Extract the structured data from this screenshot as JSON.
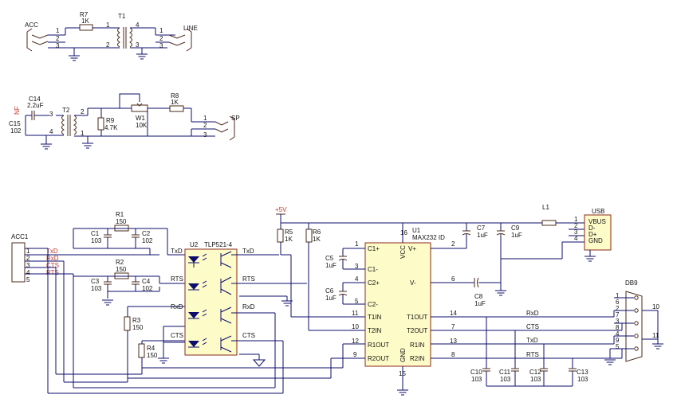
{
  "connectors": {
    "acc": "ACC",
    "line": "LINE",
    "sp": "SP",
    "acc1": "ACC1",
    "usb": "USB",
    "db9": "DB9",
    "pins_123": [
      "1",
      "2",
      "3"
    ],
    "pins_12345": [
      "1",
      "2",
      "3",
      "4",
      "5"
    ],
    "usb_pins": [
      "VBUS",
      "D-",
      "D+",
      "GND"
    ],
    "usb_pin_nums": [
      "1",
      "2",
      "3",
      "4"
    ],
    "acc1_nets": [
      "TxD",
      "RxD",
      "CTS",
      "RTS"
    ],
    "db9_pins": [
      "1",
      "6",
      "2",
      "7",
      "3",
      "8",
      "4",
      "9",
      "5"
    ],
    "db9_shell": [
      "10",
      "11"
    ]
  },
  "parts": {
    "R7": {
      "ref": "R7",
      "val": "1K"
    },
    "T1": {
      "ref": "T1"
    },
    "C14": {
      "ref": "C14",
      "val": "2.2uF"
    },
    "C15": {
      "ref": "C15",
      "val": "102"
    },
    "T2": {
      "ref": "T2"
    },
    "R9": {
      "ref": "R9",
      "val": "4.7K"
    },
    "W1": {
      "ref": "W1",
      "val": "10K"
    },
    "R8": {
      "ref": "R8",
      "val": "1K"
    },
    "NF": "NF",
    "R1": {
      "ref": "R1",
      "val": "150"
    },
    "C1": {
      "ref": "C1",
      "val": "103"
    },
    "C2": {
      "ref": "C2",
      "val": "102"
    },
    "R2": {
      "ref": "R2",
      "val": "150"
    },
    "C3": {
      "ref": "C3",
      "val": "103"
    },
    "C4": {
      "ref": "C4",
      "val": "102"
    },
    "R3": {
      "ref": "R3",
      "val": "150"
    },
    "R4": {
      "ref": "R4",
      "val": "150"
    },
    "U2": {
      "ref": "U2",
      "val": "TLP521-4"
    },
    "R5": {
      "ref": "R5",
      "val": "1K"
    },
    "R6": {
      "ref": "R6",
      "val": "1K"
    },
    "vcc": "+5V",
    "U1": {
      "ref": "U1",
      "val": "MAX232 ID"
    },
    "C5": {
      "ref": "C5",
      "val": "1uF"
    },
    "C6": {
      "ref": "C6",
      "val": "1uF"
    },
    "C7": {
      "ref": "C7",
      "val": "1uF"
    },
    "C8": {
      "ref": "C8",
      "val": "1uF"
    },
    "C9": {
      "ref": "C9",
      "val": "1uF"
    },
    "L1": {
      "ref": "L1"
    },
    "C10": {
      "ref": "C10",
      "val": "103"
    },
    "C11": {
      "ref": "C11",
      "val": "103"
    },
    "C12": {
      "ref": "C12",
      "val": "103"
    },
    "C13": {
      "ref": "C13",
      "val": "103"
    }
  },
  "transformer_pins": {
    "t1": [
      "1",
      "2",
      "4",
      "3"
    ],
    "t2": [
      "2",
      "1",
      "3",
      "4"
    ]
  },
  "u1_pins_left": [
    {
      "num": "1",
      "name": "C1+"
    },
    {
      "num": "3",
      "name": "C1-"
    },
    {
      "num": "4",
      "name": "C2+"
    },
    {
      "num": "5",
      "name": "C2-"
    },
    {
      "num": "11",
      "name": "T1IN"
    },
    {
      "num": "10",
      "name": "T2IN"
    },
    {
      "num": "12",
      "name": "R1OUT"
    },
    {
      "num": "9",
      "name": "R2OUT"
    }
  ],
  "u1_pins_right": [
    {
      "num": "2",
      "name": "V+"
    },
    {
      "num": "6",
      "name": "V-"
    },
    {
      "num": "14",
      "name": "T1OUT"
    },
    {
      "num": "7",
      "name": "T2OUT"
    },
    {
      "num": "13",
      "name": "R1IN"
    },
    {
      "num": "8",
      "name": "R2IN"
    }
  ],
  "u1_other": {
    "vcc": "VCC",
    "gnd": "GND",
    "pin16": "16",
    "pin15": "15"
  },
  "u2_labels": {
    "l1": "TxD",
    "l2": "RTS",
    "l3": "RxD",
    "l4": "CTS",
    "r1": "TxD",
    "r2": "RTS",
    "r3": "RxD",
    "r4": "CTS"
  },
  "rs232_nets": [
    "RxD",
    "CTS",
    "TxD",
    "RTS"
  ]
}
